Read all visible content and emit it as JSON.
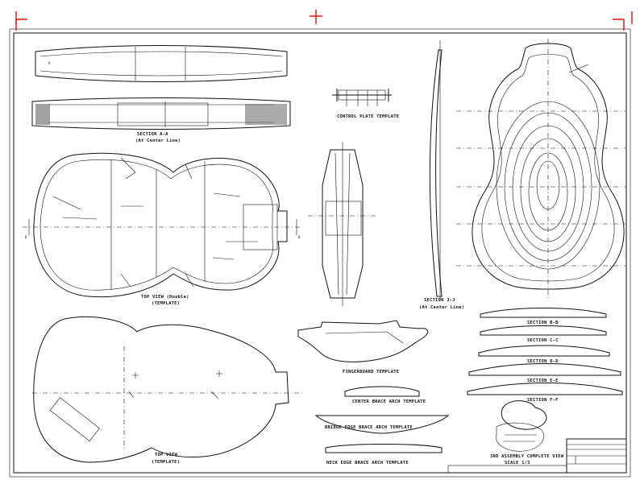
{
  "labels": {
    "section_aa_title": "SECTION A-A",
    "section_aa_sub": "(At Center Line)",
    "control_plate": "CONTROL PLATE TEMPLATE",
    "section_jj_title": "SECTION J-J",
    "section_jj_sub": "(At Center Line)",
    "top_view_double": "TOP VIEW (Double)",
    "top_view_double_sub": "(TEMPLATE)",
    "fingerboard": "FINGERBOARD TEMPLATE",
    "center_brace": "CENTER BRACE ARCH TEMPLATE",
    "bridge_brace": "BRIDGE EDGE BRACE ARCH TEMPLATE",
    "neck_brace": "NECK EDGE BRACE ARCH TEMPLATE",
    "top_view": "TOP VIEW",
    "top_view_sub": "(TEMPLATE)",
    "assembly_title": "3RD ASSEMBLY COMPLETE VIEW",
    "assembly_scale": "SCALE 1/3",
    "sec_bb": "SECTION B-B",
    "sec_cc": "SECTION C-C",
    "sec_dd": "SECTION D-D",
    "sec_ee": "SECTION E-E",
    "sec_ff": "SECTION F-F"
  },
  "title_block": {
    "line1": "",
    "line2": "",
    "line3": "",
    "website": "",
    "drawing_no": ""
  }
}
